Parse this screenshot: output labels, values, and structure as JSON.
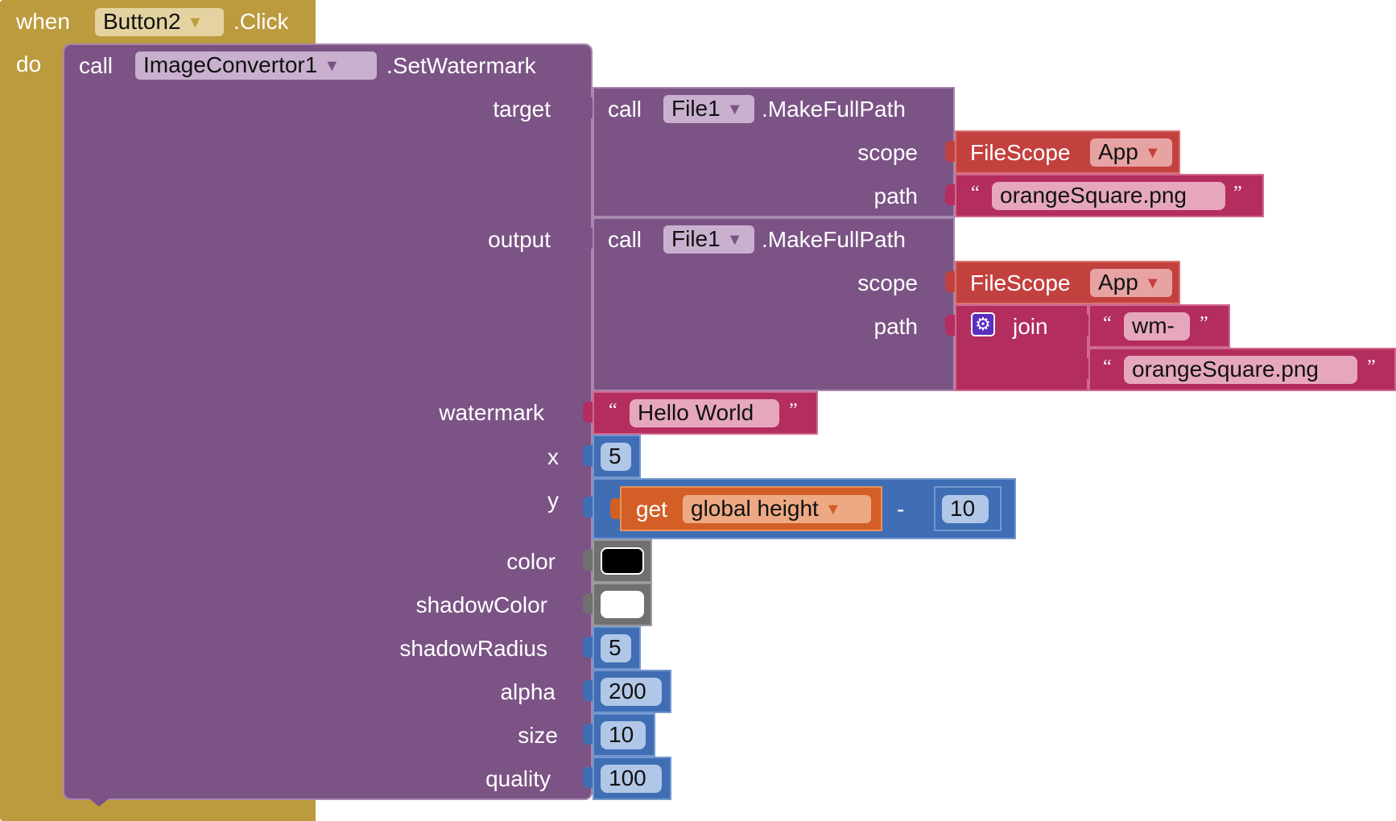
{
  "event": {
    "when": "when",
    "component": "Button2",
    "event_name": ".Click",
    "do": "do"
  },
  "call_block": {
    "call": "call",
    "component": "ImageConvertor1",
    "method": ".SetWatermark"
  },
  "params": {
    "target": "target",
    "output": "output",
    "watermark": "watermark",
    "x": "x",
    "y": "y",
    "color": "color",
    "shadowColor": "shadowColor",
    "shadowRadius": "shadowRadius",
    "alpha": "alpha",
    "size": "size",
    "quality": "quality"
  },
  "target_call": {
    "call": "call",
    "component": "File1",
    "method": ".MakeFullPath",
    "scope_label": "scope",
    "path_label": "path",
    "scope_block": "FileScope",
    "scope_value": "App",
    "path_value": "orangeSquare.png"
  },
  "output_call": {
    "call": "call",
    "component": "File1",
    "method": ".MakeFullPath",
    "scope_label": "scope",
    "path_label": "path",
    "scope_block": "FileScope",
    "scope_value": "App",
    "join_label": "join",
    "join_items": [
      "wm-",
      "orangeSquare.png"
    ]
  },
  "watermark_value": "Hello World",
  "x_value": "5",
  "y_expr": {
    "get": "get",
    "variable": "global height",
    "operator": "-",
    "operand": "10"
  },
  "color_value": "#000000",
  "shadow_color_value": "#ffffff",
  "shadow_radius_value": "5",
  "alpha_value": "200",
  "size_value": "10",
  "quality_value": "100",
  "quote_open": "“",
  "quote_close": "”",
  "dropdown_arrow": "▼",
  "colors": {
    "event": "#bc9a3e",
    "procedure": "#7b5385",
    "file_scope": "#c2413f",
    "text": "#b32d5e",
    "math": "#3f6eb5",
    "variable": "#d35f26",
    "color_block": "#707070"
  }
}
